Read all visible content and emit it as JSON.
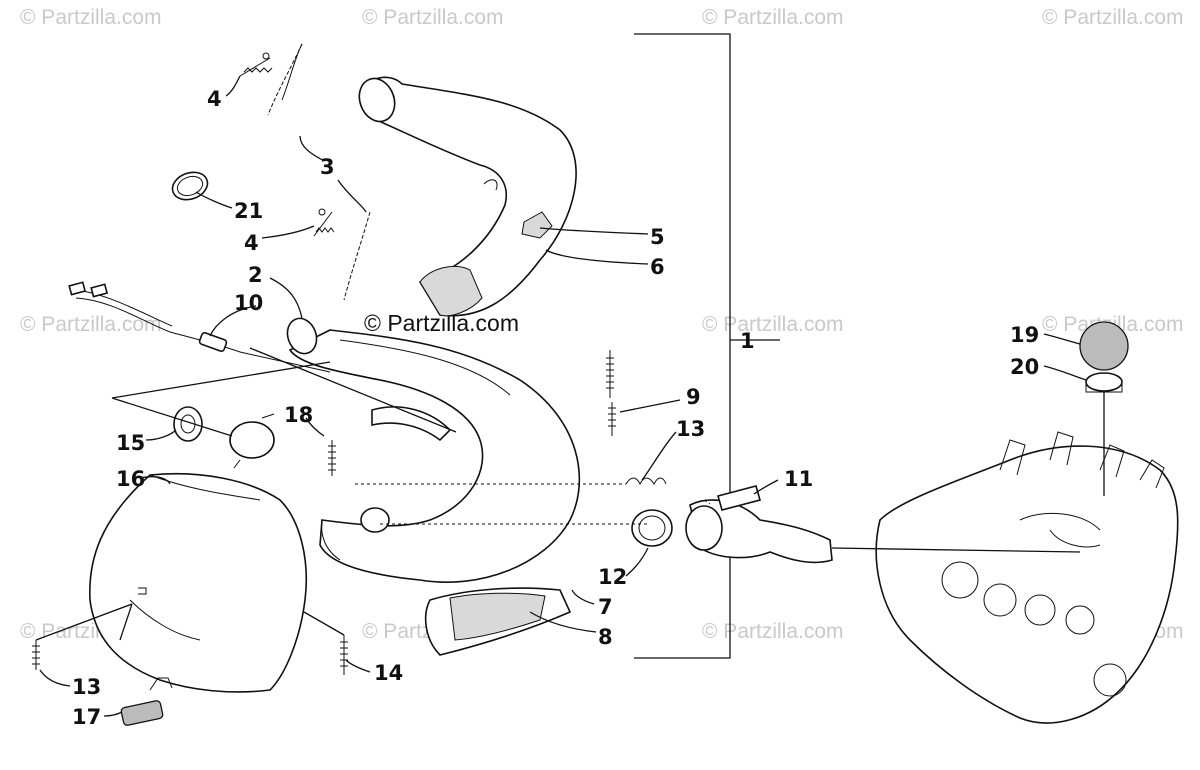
{
  "watermark_text": "© Partzilla.com",
  "center_watermark_text": "© Partzilla.com",
  "callouts": [
    "1",
    "2",
    "3",
    "4",
    "4",
    "5",
    "6",
    "7",
    "8",
    "9",
    "10",
    "11",
    "12",
    "13",
    "13",
    "14",
    "15",
    "16",
    "17",
    "18",
    "19",
    "20",
    "21"
  ]
}
